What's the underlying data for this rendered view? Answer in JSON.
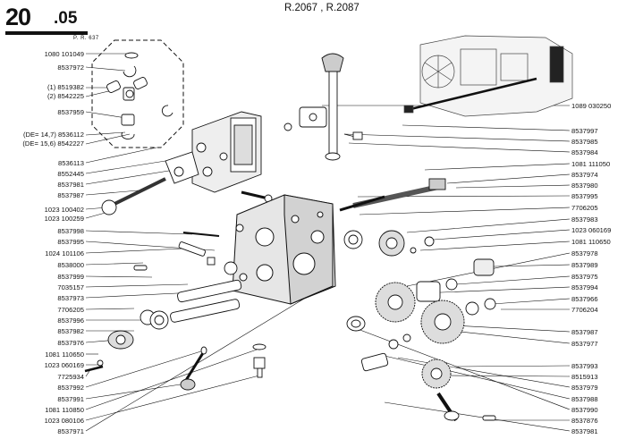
{
  "header": {
    "section_number": "20",
    "section_sub": ".05",
    "page_ref": "P. R. 637",
    "models": "R.2067 , R.2087"
  },
  "left_labels": [
    "1080 101049",
    "8537972",
    "(1) 8519382",
    "(2) 8542225",
    "8537959",
    "(DE= 14,7) 8536112",
    "(DE= 15,6) 8542227",
    "8536113",
    "8552445",
    "8537981",
    "8537987",
    "1023 100402",
    "1023 100259",
    "8537998",
    "8537995",
    "1024 101106",
    "8538000",
    "8537999",
    "7035157",
    "8537973",
    "7706205",
    "8537996",
    "8537982",
    "8537976",
    "1081 110650",
    "1023 060169",
    "7725934",
    "8537992",
    "8537991",
    "1081 110850",
    "1023 080106",
    "8537971"
  ],
  "right_labels": [
    "1089 030250",
    "8537997",
    "8537985",
    "8537984",
    "1081 111050",
    "8537974",
    "8537980",
    "8537995",
    "7706205",
    "8537983",
    "1023 060169",
    "1081 110650",
    "8537978",
    "8537989",
    "8537975",
    "8537994",
    "8537966",
    "7706204",
    "8537987",
    "8537977",
    "8537993",
    "8515913",
    "8537979",
    "8537988",
    "8537990",
    "8537876",
    "8537981"
  ]
}
